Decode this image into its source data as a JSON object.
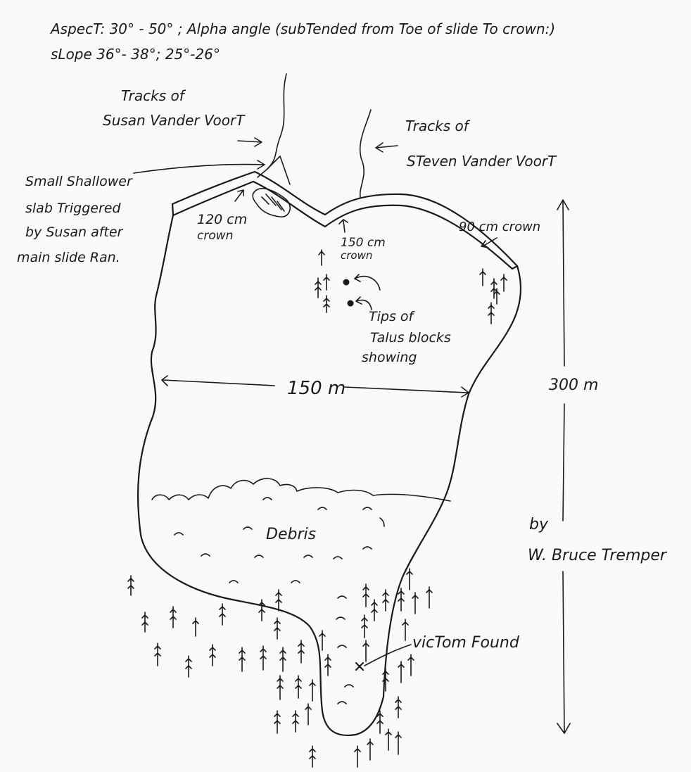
{
  "header": {
    "line1": "AspecT: 30° - 50° ; Alpha angle (subTended from Toe of slide To crown:)",
    "line2": "sLope 36°- 38°; 25°-26°"
  },
  "labels": {
    "tracks_susan_1": "Tracks of",
    "tracks_susan_2": "Susan Vander VoorT",
    "tracks_steven_1": "Tracks of",
    "tracks_steven_2": "STeven Vander VoorT",
    "small_slab_1": "Small Shallower",
    "small_slab_2": "slab Triggered",
    "small_slab_3": "by Susan after",
    "small_slab_4": "main slide Ran.",
    "crown_120_1": "120 cm",
    "crown_120_2": "crown",
    "crown_150_1": "150 cm",
    "crown_150_2": "crown",
    "crown_90": "90 cm crown",
    "talus_1": "Tips of",
    "talus_2": "Talus blocks",
    "talus_3": "showing",
    "width": "150 m",
    "height": "300 m",
    "debris": "Debris",
    "victim": "vicTom Found",
    "author_1": "by",
    "author_2": "W. Bruce Tremper"
  }
}
